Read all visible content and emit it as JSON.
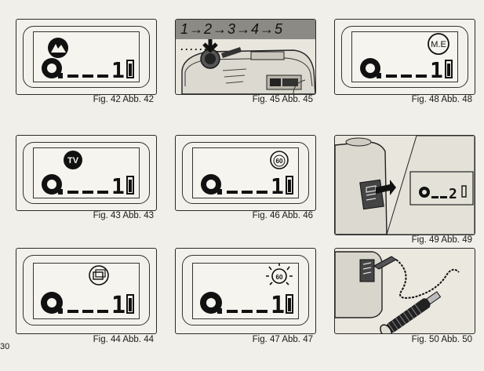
{
  "page_number": "30",
  "figures": [
    {
      "caption": "Fig. 42  Abb. 42",
      "mode_icon": "landscape-mode-icon",
      "frame_counter": "1"
    },
    {
      "caption": "Fig. 45  Abb. 45",
      "sequence_text": "1→2→3→4→5 ......",
      "illustration": "camera-top-shutter-press"
    },
    {
      "caption": "Fig. 48  Abb. 48",
      "mode_icon_label": "M.E",
      "frame_counter": "1"
    },
    {
      "caption": "Fig. 43  Abb. 43",
      "mode_icon_label": "TV",
      "frame_counter": "1"
    },
    {
      "caption": "Fig. 46  Abb. 46",
      "mode_icon_label": "60",
      "frame_counter": "1"
    },
    {
      "caption": "Fig. 49  Abb. 49",
      "frame_counter": "2",
      "illustration": "camera-side-remote-socket"
    },
    {
      "caption": "Fig. 44  Abb. 44",
      "mode_icon": "camera-shake-icon",
      "frame_counter": "1"
    },
    {
      "caption": "Fig. 47  Abb. 47",
      "mode_icon_label": "60",
      "frame_counter": "1"
    },
    {
      "caption": "Fig. 50  Abb. 50",
      "illustration": "remote-cable-release"
    }
  ]
}
